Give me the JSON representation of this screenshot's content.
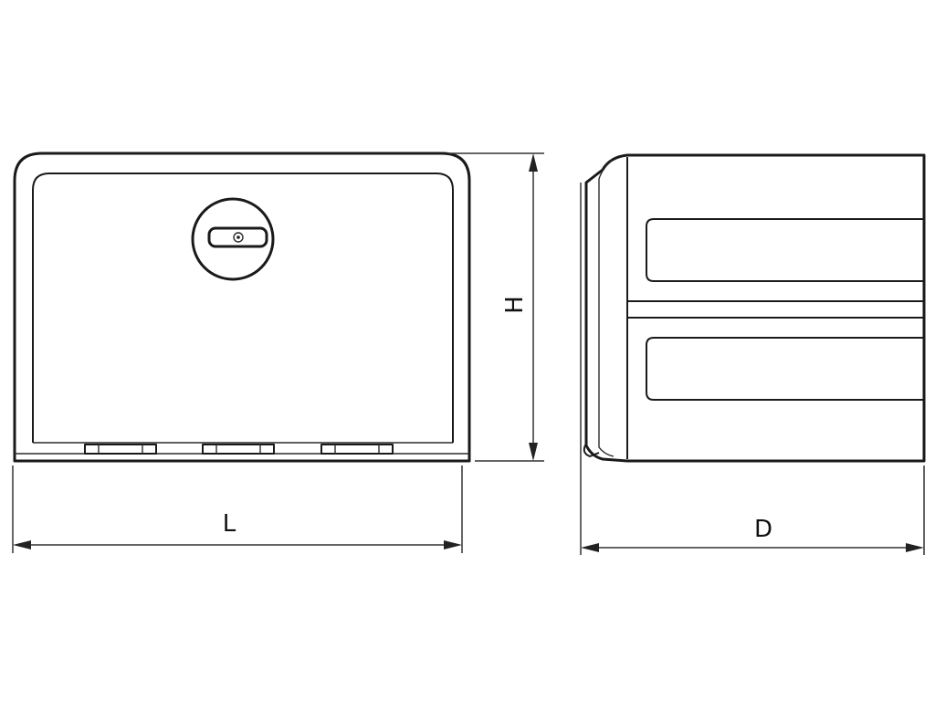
{
  "dimensions": {
    "length_label": "L",
    "height_label": "H",
    "depth_label": "D"
  }
}
